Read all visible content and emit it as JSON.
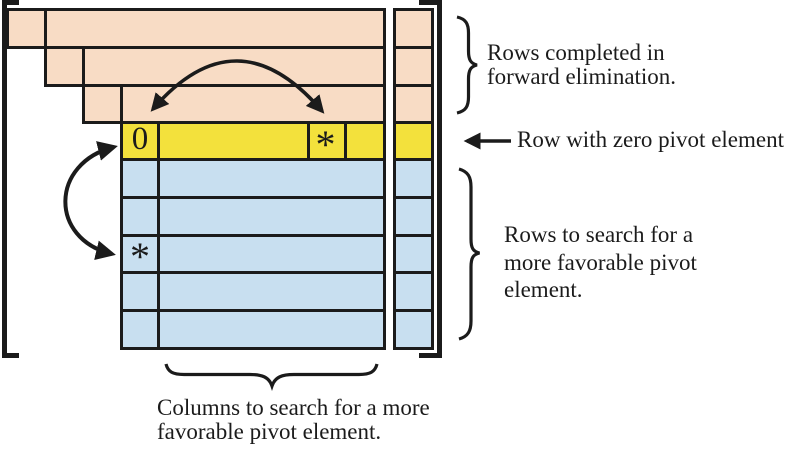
{
  "colors": {
    "completed_fill": "#f8dcc5",
    "pivot_row_fill": "#f3e13c",
    "search_fill": "#c8dff0",
    "ink": "#1b1b1b"
  },
  "matrix": {
    "zero_pivot_value": "0",
    "candidate_pivot_value": "*",
    "alternate_pivot_value": "*"
  },
  "annotations": {
    "completed_rows_line1": "Rows completed in",
    "completed_rows_line2": "forward elimination.",
    "zero_pivot_row": "Row with zero pivot element",
    "search_rows_line1": "Rows to search for a",
    "search_rows_line2": "more favorable pivot",
    "search_rows_line3": "element.",
    "search_columns_line1": "Columns to search for a more",
    "search_columns_line2": "favorable pivot element."
  }
}
